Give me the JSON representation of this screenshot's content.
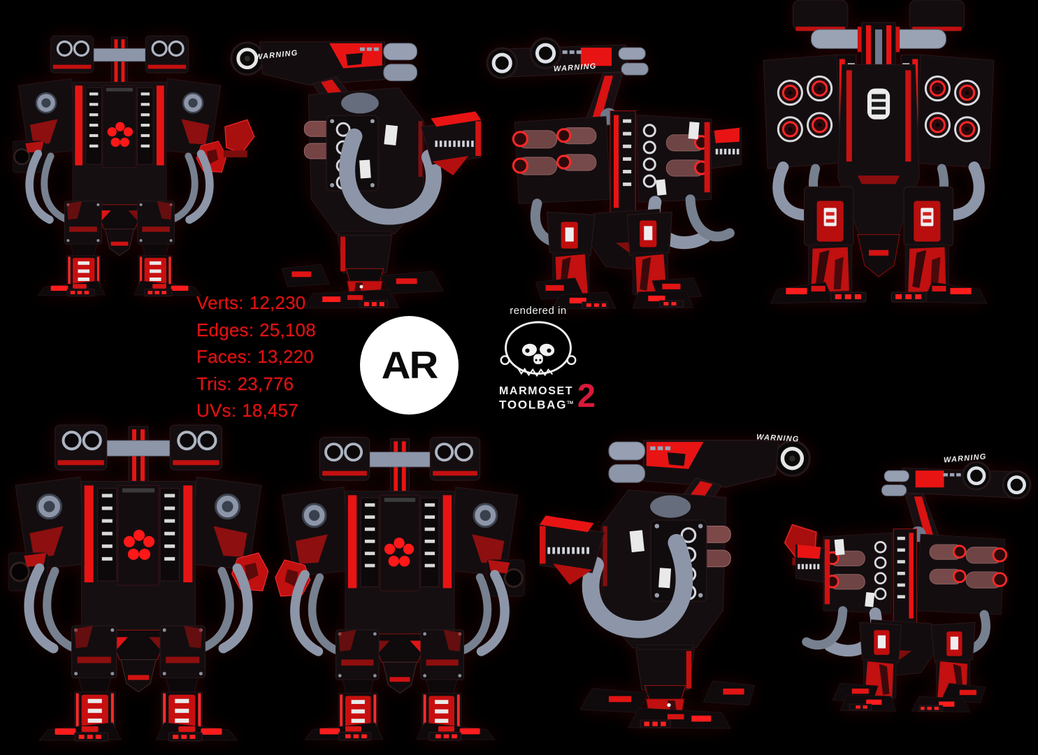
{
  "colors": {
    "background": "#000000",
    "accent_red": "#e81414",
    "glow_red": "#ff1c1c",
    "stats_text_red": "#e01313",
    "toolbag_two_red": "#d81a3a",
    "metal_gray": "#8d96a8",
    "logo_circle": "#ffffff"
  },
  "stats": {
    "rows": [
      {
        "label": "Verts:",
        "value": "12,230"
      },
      {
        "label": "Edges:",
        "value": "25,108"
      },
      {
        "label": "Faces:",
        "value": "13,220"
      },
      {
        "label": "Tris:",
        "value": "23,776"
      },
      {
        "label": "UVs:",
        "value": "18,457"
      }
    ]
  },
  "logos": {
    "ar": {
      "text": "AR"
    },
    "marmoset": {
      "pretext": "rendered in",
      "line1": "MARMOSET",
      "line2": "TOOLBAG",
      "tm": "TM",
      "version": "2"
    }
  },
  "mech": {
    "warning_label": "WARNING"
  }
}
